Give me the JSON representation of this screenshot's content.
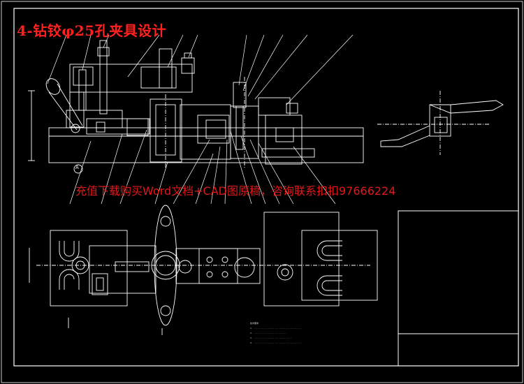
{
  "drawing": {
    "title": "4-钻铰φ25孔夹具设计",
    "watermark": "充值下载购买Word文档+CAD图原稿，咨询联系扣扣97666224",
    "section_label": "A",
    "notes": [
      "技术要求",
      "1. ......................................",
      "2. ..........................",
      "3. ..............................",
      "4. ......................................"
    ]
  },
  "colors": {
    "background": "#000000",
    "line": "#ffffff",
    "title": "#ff2020",
    "watermark": "#e01818"
  }
}
